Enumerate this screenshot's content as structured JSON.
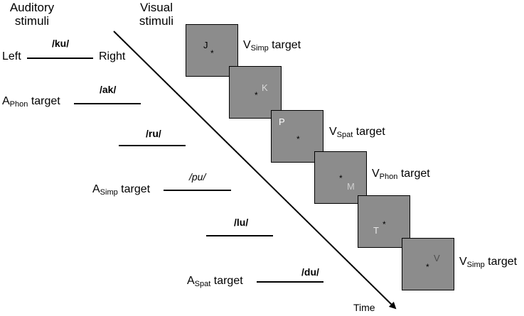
{
  "headers": {
    "auditory_line1": "Auditory",
    "auditory_line2": "stimuli",
    "visual_line1": "Visual",
    "visual_line2": "stimuli"
  },
  "time_label": "Time",
  "auditory": {
    "left_label": "Left",
    "right_label": "Right",
    "items": [
      {
        "syllable": "/ku/",
        "target_base": "",
        "target_sub": "",
        "target_word": ""
      },
      {
        "syllable": "/ak/",
        "target_base": "A",
        "target_sub": "Phon",
        "target_word": " target"
      },
      {
        "syllable": "/ru/",
        "target_base": "",
        "target_sub": "",
        "target_word": ""
      },
      {
        "syllable": "/pu/",
        "target_base": "A",
        "target_sub": "Simp",
        "target_word": " target"
      },
      {
        "syllable": "/lu/",
        "target_base": "",
        "target_sub": "",
        "target_word": ""
      },
      {
        "syllable": "/du/",
        "target_base": "A",
        "target_sub": "Spat",
        "target_word": " target"
      }
    ]
  },
  "visual": {
    "box_color": "#8c8c8c",
    "items": [
      {
        "letter": "J",
        "letter_color": "#000000",
        "target_base": "V",
        "target_sub": "Simp",
        "target_word": " target"
      },
      {
        "letter": "K",
        "letter_color": "#d9d9d9",
        "target_base": "",
        "target_sub": "",
        "target_word": ""
      },
      {
        "letter": "P",
        "letter_color": "#ffffff",
        "target_base": "V",
        "target_sub": "Spat",
        "target_word": " target"
      },
      {
        "letter": "M",
        "letter_color": "#cfcfcf",
        "target_base": "V",
        "target_sub": "Phon",
        "target_word": " target"
      },
      {
        "letter": "T",
        "letter_color": "#e6e6e6",
        "target_base": "",
        "target_sub": "",
        "target_word": ""
      },
      {
        "letter": "V",
        "letter_color": "#4d4d4d",
        "target_base": "V",
        "target_sub": "Simp",
        "target_word": " target"
      }
    ]
  }
}
